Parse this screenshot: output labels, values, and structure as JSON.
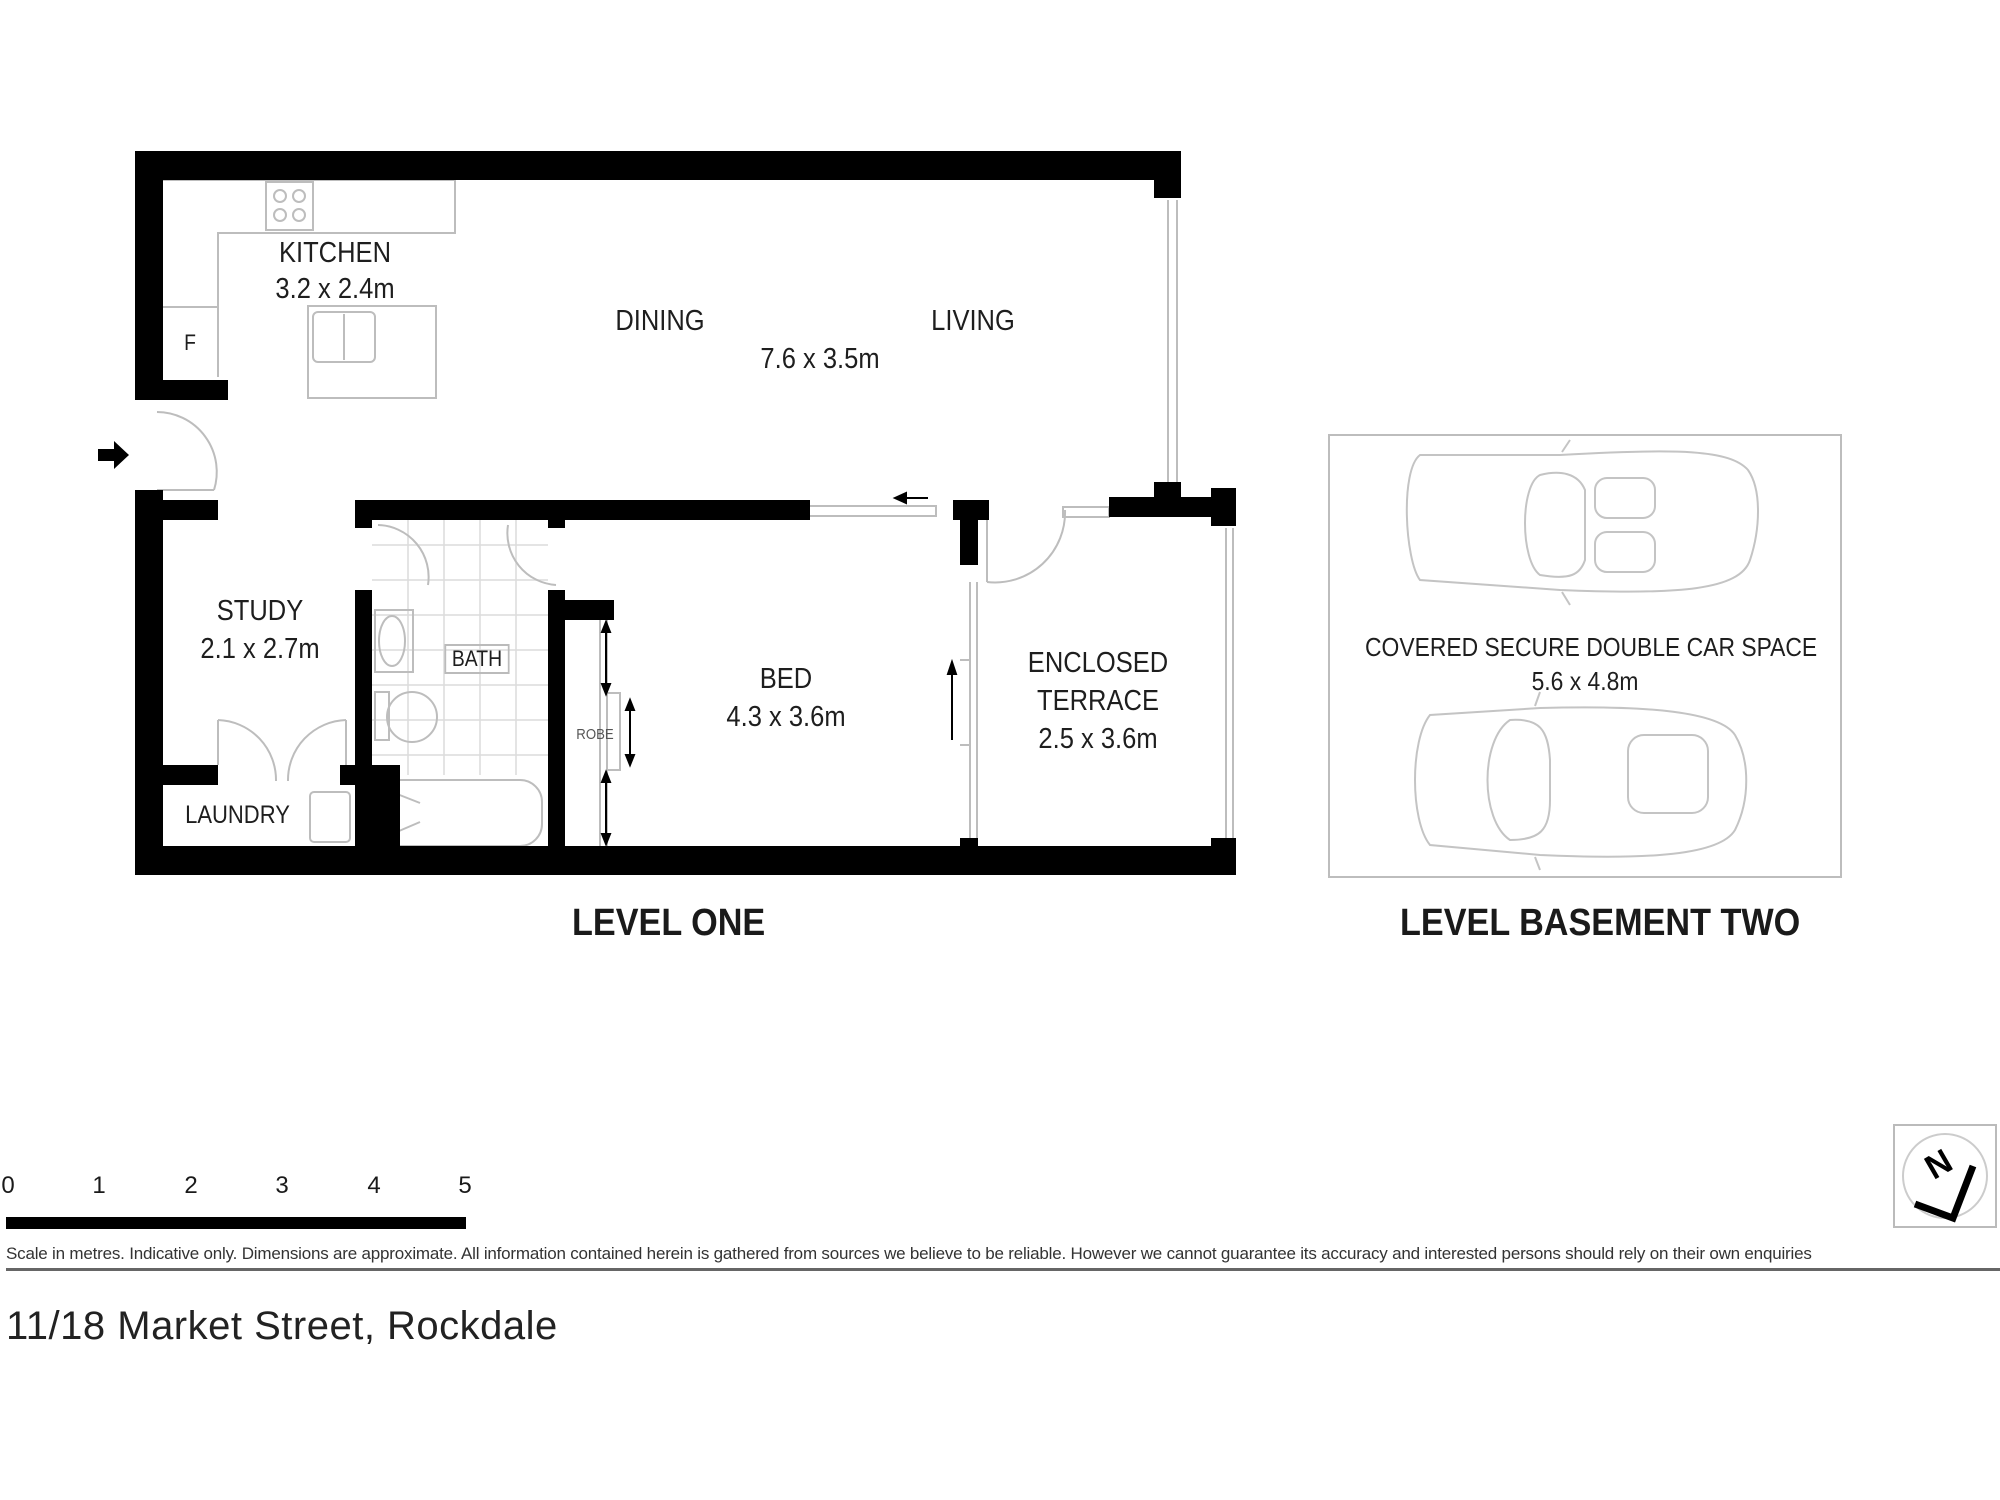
{
  "floorplan": {
    "levels": [
      {
        "title": "LEVEL ONE",
        "rooms": [
          {
            "name": "KITCHEN",
            "dims": "3.2 x 2.4m"
          },
          {
            "name": "DINING",
            "dims": ""
          },
          {
            "name": "LIVING",
            "dims": "7.6 x 3.5m"
          },
          {
            "name": "STUDY",
            "dims": "2.1 x 2.7m"
          },
          {
            "name": "BATH",
            "dims": ""
          },
          {
            "name": "LAUNDRY",
            "dims": ""
          },
          {
            "name": "ROBE",
            "dims": ""
          },
          {
            "name": "BED",
            "dims": "4.3 x 3.6m"
          },
          {
            "name": "ENCLOSED",
            "name2": "TERRACE",
            "dims": "2.5 x 3.6m"
          }
        ],
        "fridge_label": "F",
        "entry_icon": "arrow-right-icon"
      },
      {
        "title": "LEVEL BASEMENT TWO",
        "rooms": [
          {
            "name": "COVERED SECURE DOUBLE CAR SPACE",
            "dims": "5.6 x 4.8m"
          }
        ]
      }
    ]
  },
  "scale": {
    "ticks": [
      "0",
      "1",
      "2",
      "3",
      "4",
      "5"
    ],
    "unit": "metres"
  },
  "disclaimer": "Scale in metres. Indicative only. Dimensions are approximate. All information contained herein is gathered from sources we believe to be reliable. However we cannot guarantee its accuracy and interested persons should rely on their own enquiries",
  "address": "11/18 Market Street, Rockdale",
  "compass": {
    "icon": "north-arrow-icon",
    "label": "N"
  }
}
